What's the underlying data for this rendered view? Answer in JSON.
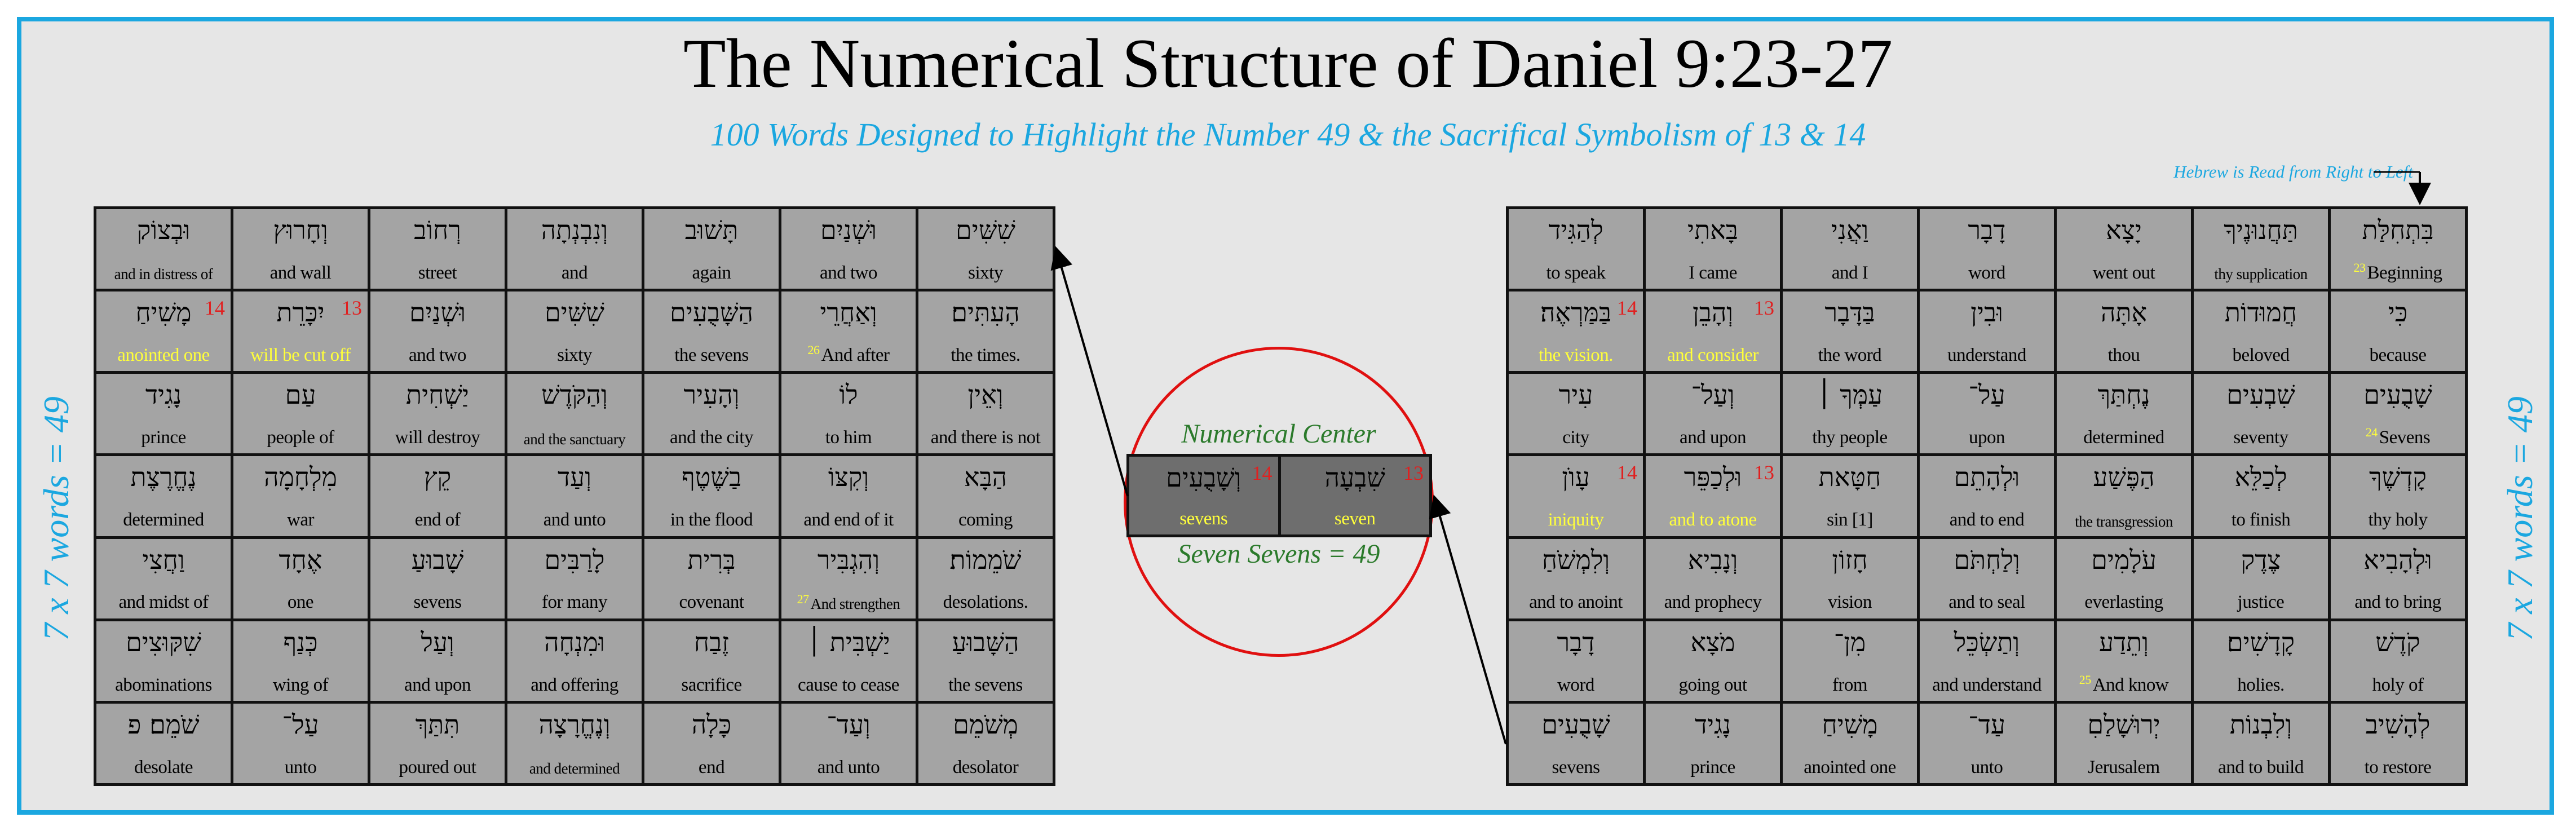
{
  "title": "The Numerical Structure of Daniel 9:23-27",
  "subtitle": "100 Words Designed to Highlight the Number 49 & the Sacrifical Symbolism of 13 & 14",
  "read_note": "Hebrew is Read from Right to Left",
  "side_label_left": "7 x 7 words = 49",
  "side_label_right": "7 x 7 words = 49",
  "center": {
    "label": "Numerical Center",
    "bottom": "Seven Sevens = 49",
    "cells": [
      {
        "heb": "שִׁבְעָה",
        "eng": "seven",
        "num": "13"
      },
      {
        "heb": "וְשָׁבֻעִים",
        "eng": "sevens",
        "num": "14"
      }
    ]
  },
  "grid_right": [
    [
      {
        "heb": "בִּתְחִלַּת",
        "eng": "Beginning",
        "verse": "23"
      },
      {
        "heb": "תַּחֲנוּנֶיךָ",
        "eng": "thy supplication",
        "small": true
      },
      {
        "heb": "יָצָא",
        "eng": "went out"
      },
      {
        "heb": "דָבָר",
        "eng": "word"
      },
      {
        "heb": "וַאֲנִי",
        "eng": "and I"
      },
      {
        "heb": "בָּאתִי",
        "eng": "I came"
      },
      {
        "heb": "לְהַגִּיד",
        "eng": "to speak"
      }
    ],
    [
      {
        "heb": "כִּי",
        "eng": "because"
      },
      {
        "heb": "חֲמוּדוֹת",
        "eng": "beloved"
      },
      {
        "heb": "אָתָּה",
        "eng": "thou"
      },
      {
        "heb": "וּבִין",
        "eng": "understand"
      },
      {
        "heb": "בַּדָּבָר",
        "eng": "the word"
      },
      {
        "heb": "וְהָבֵן",
        "eng": "and consider",
        "yellow": true,
        "num": "13"
      },
      {
        "heb": "בַּמַּרְאֶה׃",
        "eng": "the vision.",
        "yellow": true,
        "num": "14"
      }
    ],
    [
      {
        "heb": "שָׁבֻעִים",
        "eng": "Sevens",
        "verse": "24"
      },
      {
        "heb": "שִׁבְעִים",
        "eng": "seventy"
      },
      {
        "heb": "נֶחְתַּךְ",
        "eng": "determined"
      },
      {
        "heb": "עַל־",
        "eng": "upon"
      },
      {
        "heb": "עַמְּךָ ׀",
        "eng": "thy people"
      },
      {
        "heb": "וְעַל־",
        "eng": "and upon"
      },
      {
        "heb": "עִיר",
        "eng": "city"
      }
    ],
    [
      {
        "heb": "קָדְשֶׁךָ",
        "eng": "thy holy"
      },
      {
        "heb": "לְכַלֵּא",
        "eng": "to finish"
      },
      {
        "heb": "הַפֶּשַׁע",
        "eng": "the transgression",
        "small": true
      },
      {
        "heb": "וּלְהָתֵם",
        "eng": "and to end"
      },
      {
        "heb": "חַטָּאת",
        "eng": "sin [1]"
      },
      {
        "heb": "וּלְכַפֵּר",
        "eng": "and to atone",
        "yellow": true,
        "num": "13"
      },
      {
        "heb": "עָוֺן",
        "eng": "iniquity",
        "yellow": true,
        "num": "14"
      }
    ],
    [
      {
        "heb": "וּלְהָבִיא",
        "eng": "and to bring"
      },
      {
        "heb": "צֶדֶק",
        "eng": "justice"
      },
      {
        "heb": "עֹלָמִים",
        "eng": "everlasting"
      },
      {
        "heb": "וְלַחְתֹּם",
        "eng": "and to seal"
      },
      {
        "heb": "חָזוֹן",
        "eng": "vision"
      },
      {
        "heb": "וְנָבִיא",
        "eng": "and prophecy"
      },
      {
        "heb": "וְלִמְשֹׁחַ",
        "eng": "and to anoint"
      }
    ],
    [
      {
        "heb": "קֹדֶשׁ",
        "eng": "holy of"
      },
      {
        "heb": "קָדָשִׁים׃",
        "eng": "holies."
      },
      {
        "heb": "וְתֵדַע",
        "eng": "And know",
        "verse": "25"
      },
      {
        "heb": "וְתַשְׂכֵּל",
        "eng": "and understand"
      },
      {
        "heb": "מִן־",
        "eng": "from"
      },
      {
        "heb": "מֹצָא",
        "eng": "going out"
      },
      {
        "heb": "דָבָר",
        "eng": "word"
      }
    ],
    [
      {
        "heb": "לְהָשִׁיב",
        "eng": "to restore"
      },
      {
        "heb": "וְלִבְנוֹת",
        "eng": "and to build"
      },
      {
        "heb": "יְרוּשָׁלַםִ",
        "eng": "Jerusalem"
      },
      {
        "heb": "עַד־",
        "eng": "unto"
      },
      {
        "heb": "מָשִׁיחַ",
        "eng": "anointed one"
      },
      {
        "heb": "נָגִיד",
        "eng": "prince"
      },
      {
        "heb": "שָׁבֻעִים",
        "eng": "sevens"
      }
    ]
  ],
  "grid_left": [
    [
      {
        "heb": "שִׁשִּׁים",
        "eng": "sixty"
      },
      {
        "heb": "וּשְׁנַיִם",
        "eng": "and two"
      },
      {
        "heb": "תָּשׁוּב",
        "eng": "again"
      },
      {
        "heb": "וְנִבְנְתָה",
        "eng": "and"
      },
      {
        "heb": "רְחוֹב",
        "eng": "street"
      },
      {
        "heb": "וְחָרוּץ",
        "eng": "and wall"
      },
      {
        "heb": "וּבְצוֹק",
        "eng": "and in distress of",
        "small": true
      }
    ],
    [
      {
        "heb": "הָעִתִּים׃",
        "eng": "the times."
      },
      {
        "heb": "וְאַחֲרֵי",
        "eng": "And after",
        "verse": "26"
      },
      {
        "heb": "הַשָּׁבֻעִים",
        "eng": "the sevens"
      },
      {
        "heb": "שִׁשִּׁים",
        "eng": "sixty"
      },
      {
        "heb": "וּשְׁנַיִם",
        "eng": "and two"
      },
      {
        "heb": "יִכָּרֵת",
        "eng": "will be cut off",
        "yellow": true,
        "num": "13"
      },
      {
        "heb": "מָשִׁיחַ",
        "eng": "anointed one",
        "yellow": true,
        "num": "14"
      }
    ],
    [
      {
        "heb": "וְאֵין",
        "eng": "and there is not"
      },
      {
        "heb": "לוֹ",
        "eng": "to him"
      },
      {
        "heb": "וְהָעִיר",
        "eng": "and the city"
      },
      {
        "heb": "וְהַקֹּדֶשׁ",
        "eng": "and the sanctuary",
        "small": true
      },
      {
        "heb": "יַשְׁחִית",
        "eng": "will destroy"
      },
      {
        "heb": "עַם",
        "eng": "people of"
      },
      {
        "heb": "נָגִיד",
        "eng": "prince"
      }
    ],
    [
      {
        "heb": "הַבָּא",
        "eng": "coming"
      },
      {
        "heb": "וְקִצּוֹ",
        "eng": "and end of it"
      },
      {
        "heb": "בַשֶּׁטֶף",
        "eng": "in the flood"
      },
      {
        "heb": "וְעַד",
        "eng": "and unto"
      },
      {
        "heb": "קֵץ",
        "eng": "end of"
      },
      {
        "heb": "מִלְחָמָה",
        "eng": "war"
      },
      {
        "heb": "נֶחֱרֶצֶת",
        "eng": "determined"
      }
    ],
    [
      {
        "heb": "שֹׁמֵמוֹת׃",
        "eng": "desolations."
      },
      {
        "heb": "וְהִגְבִּיר",
        "eng": "And strengthen",
        "verse": "27",
        "small": true
      },
      {
        "heb": "בְּרִית",
        "eng": "covenant"
      },
      {
        "heb": "לָרַבִּים",
        "eng": "for many"
      },
      {
        "heb": "שָׁבוּעַ",
        "eng": "sevens"
      },
      {
        "heb": "אֶחָד",
        "eng": "one"
      },
      {
        "heb": "וַחֲצִי",
        "eng": "and midst of"
      }
    ],
    [
      {
        "heb": "הַשָּׁבוּעַ",
        "eng": "the sevens"
      },
      {
        "heb": "יַשְׁבִּית ׀",
        "eng": "cause to cease"
      },
      {
        "heb": "זֶבַח",
        "eng": "sacrifice"
      },
      {
        "heb": "וּמִנְחָה",
        "eng": "and offering"
      },
      {
        "heb": "וְעַל",
        "eng": "and upon"
      },
      {
        "heb": "כְּנַף",
        "eng": "wing of"
      },
      {
        "heb": "שִׁקּוּצִים",
        "eng": "abominations"
      }
    ],
    [
      {
        "heb": "מְשֹׁמֵם",
        "eng": "desolator"
      },
      {
        "heb": "וְעַד־",
        "eng": "and unto"
      },
      {
        "heb": "כָּלָה",
        "eng": "end"
      },
      {
        "heb": "וְנֶחֱרָצָה",
        "eng": "and determined",
        "small": true
      },
      {
        "heb": "תִּתַּךְ",
        "eng": "poured out"
      },
      {
        "heb": "עַל־",
        "eng": "unto"
      },
      {
        "heb": "שֹׁמֵם׃ פ",
        "eng": "desolate"
      }
    ]
  ]
}
